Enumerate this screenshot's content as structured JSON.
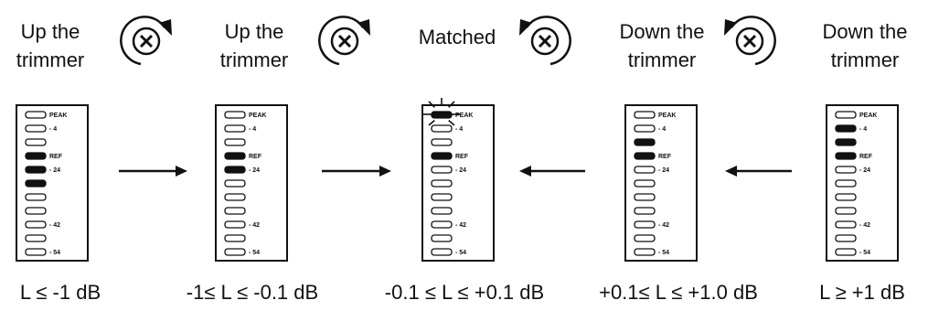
{
  "panels": [
    {
      "instruction": [
        "Up the",
        "trimmer"
      ],
      "condition": "L ≤ -1 dB",
      "knob": "clockwise-trim-icon",
      "lit_segments": [
        3,
        4,
        5
      ],
      "arrow": "right",
      "sparkle": false
    },
    {
      "instruction": [
        "Up the",
        "trimmer"
      ],
      "condition": "-1≤ L ≤ -0.1 dB",
      "knob": "clockwise-trim-icon",
      "lit_segments": [
        3,
        4
      ],
      "arrow": "right",
      "sparkle": false
    },
    {
      "instruction": [
        "Matched"
      ],
      "condition": "-0.1 ≤ L ≤ +0.1 dB",
      "knob": "counterclockwise-trim-icon",
      "lit_segments": [
        0,
        3
      ],
      "arrow": "none",
      "sparkle": true
    },
    {
      "instruction": [
        "Down the",
        "trimmer"
      ],
      "condition": "+0.1≤ L ≤ +1.0 dB",
      "knob": "counterclockwise-trim-icon",
      "lit_segments": [
        2,
        3
      ],
      "arrow": "left",
      "sparkle": false
    },
    {
      "instruction": [
        "Down the",
        "trimmer"
      ],
      "condition": "L ≥ +1 dB",
      "knob": "none",
      "lit_segments": [
        1,
        2,
        3
      ],
      "arrow": "left",
      "sparkle": false
    }
  ],
  "meter": {
    "labels": [
      "PEAK",
      "- 4",
      "",
      "REF",
      "- 24",
      "",
      "",
      "",
      "- 42",
      "",
      "- 54"
    ]
  },
  "colors": {
    "ink": "#111111",
    "background": "#ffffff"
  }
}
